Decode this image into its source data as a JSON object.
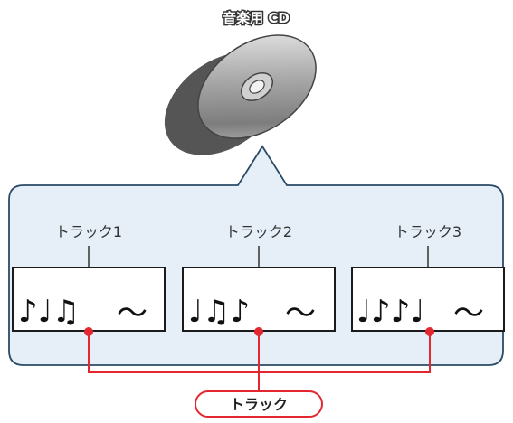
{
  "cd_label": "音楽用 CD",
  "tracks": [
    {
      "label": "トラック1",
      "notes": "♪♩♫"
    },
    {
      "label": "トラック2",
      "notes": "♩♫♪"
    },
    {
      "label": "トラック3",
      "notes": "♩♪♪♩"
    }
  ],
  "wave_symbol": "～",
  "legend_label": "トラック",
  "colors": {
    "panel_fill": "#e6eff8",
    "panel_stroke": "#2b4b66",
    "callout_red": "#e3262f",
    "text": "#333333"
  }
}
